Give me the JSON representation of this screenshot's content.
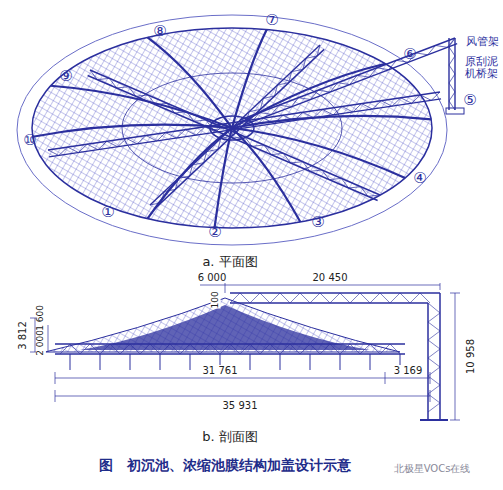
{
  "diagram": {
    "caption": "图　初沉池、浓缩池膜结构加盖设计示意",
    "labels": [
      "①",
      "②",
      "③",
      "④",
      "⑤",
      "⑥",
      "⑦",
      "⑧",
      "⑨",
      "⑩",
      "风管架",
      "原刮泥机桥架",
      "a. 平面图",
      "6 000",
      "20 450",
      "100",
      "3 812",
      "2 000",
      "1 600",
      "10 958",
      "31 761",
      "3 169",
      "35 931",
      "b. 剖面图",
      "北极星VOCs在线"
    ]
  }
}
